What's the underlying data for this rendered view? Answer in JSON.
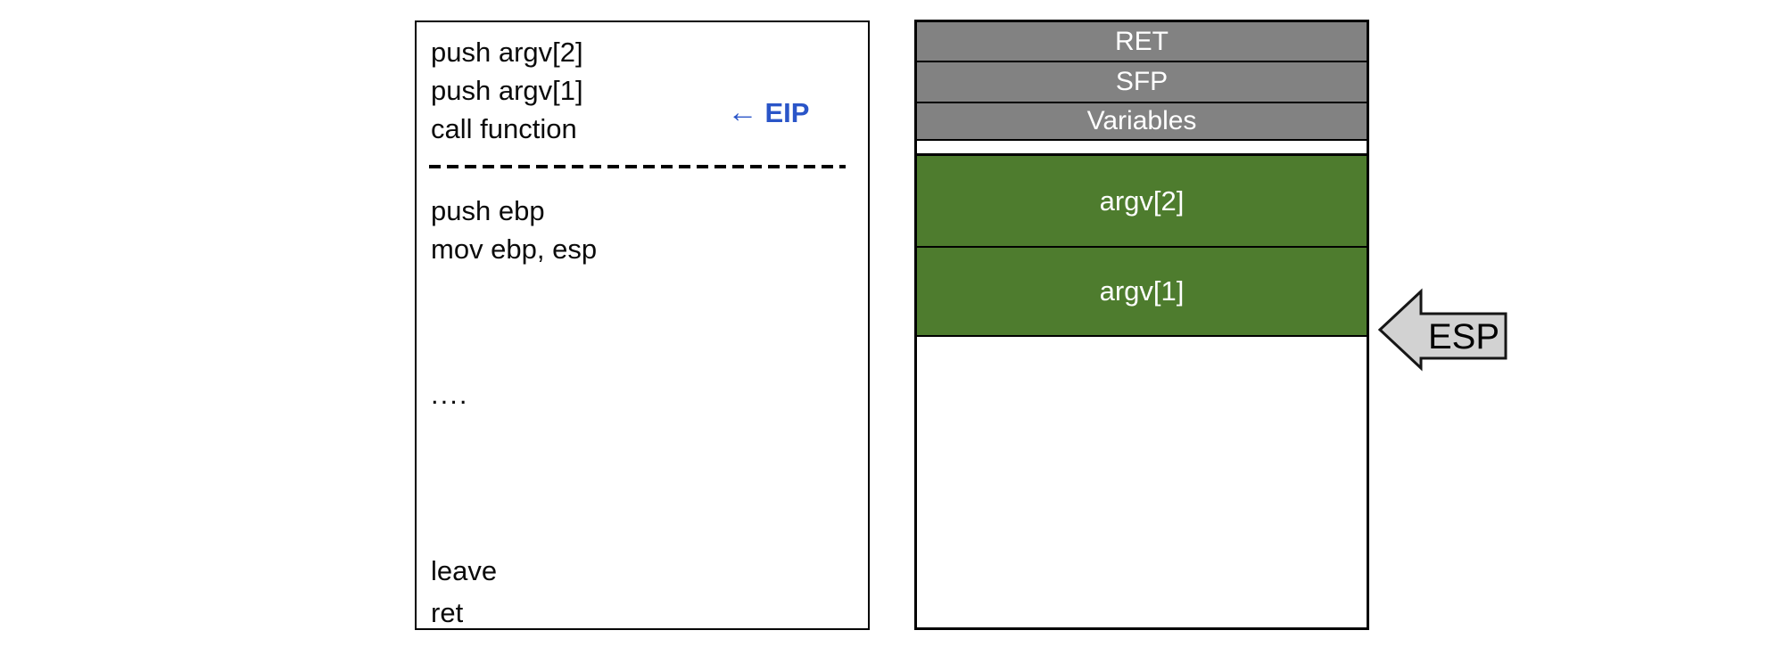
{
  "code_panel": {
    "caller_instructions": [
      "push argv[2]",
      "push argv[1]",
      "call function"
    ],
    "prologue_instructions": [
      "push ebp",
      "mov ebp, esp"
    ],
    "ellipsis": "....",
    "epilogue_instructions": [
      "leave",
      "ret"
    ]
  },
  "eip_marker": {
    "arrow": "←",
    "label": "EIP",
    "color": "#2a55c8"
  },
  "stack_panel": {
    "rows": [
      {
        "label": "RET",
        "kind": "gray"
      },
      {
        "label": "SFP",
        "kind": "gray"
      },
      {
        "label": "Variables",
        "kind": "gray"
      },
      {
        "label": "",
        "kind": "gap"
      },
      {
        "label": "argv[2]",
        "kind": "green"
      },
      {
        "label": "argv[1]",
        "kind": "green"
      }
    ],
    "gray_color": "#828282",
    "green_color": "#4e7c2e",
    "border_color": "#000000"
  },
  "esp_marker": {
    "label": "ESP",
    "fill_color": "#d2d2d2"
  }
}
